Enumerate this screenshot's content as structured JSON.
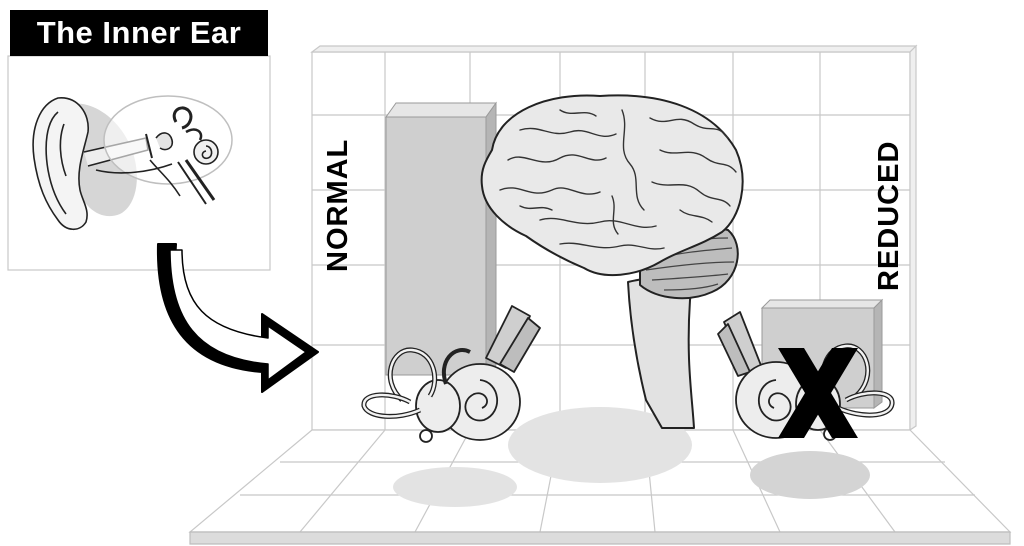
{
  "title": "The Inner Ear",
  "labels": {
    "normal": "NORMAL",
    "reduced": "REDUCED"
  },
  "marks": {
    "reduced_symbol": "X"
  },
  "colors": {
    "title_bg": "#000000",
    "title_text": "#ffffff",
    "bar_fill": "#cfcfcf",
    "grid": "#c8c8c8",
    "brain": "#e6e6e6",
    "cerebellum": "#bdbdbd",
    "shadow": "#e3e3e3"
  },
  "icons": [
    "ear-icon",
    "inner-ear-icon",
    "brain-icon",
    "arrow-icon",
    "x-mark-icon"
  ]
}
